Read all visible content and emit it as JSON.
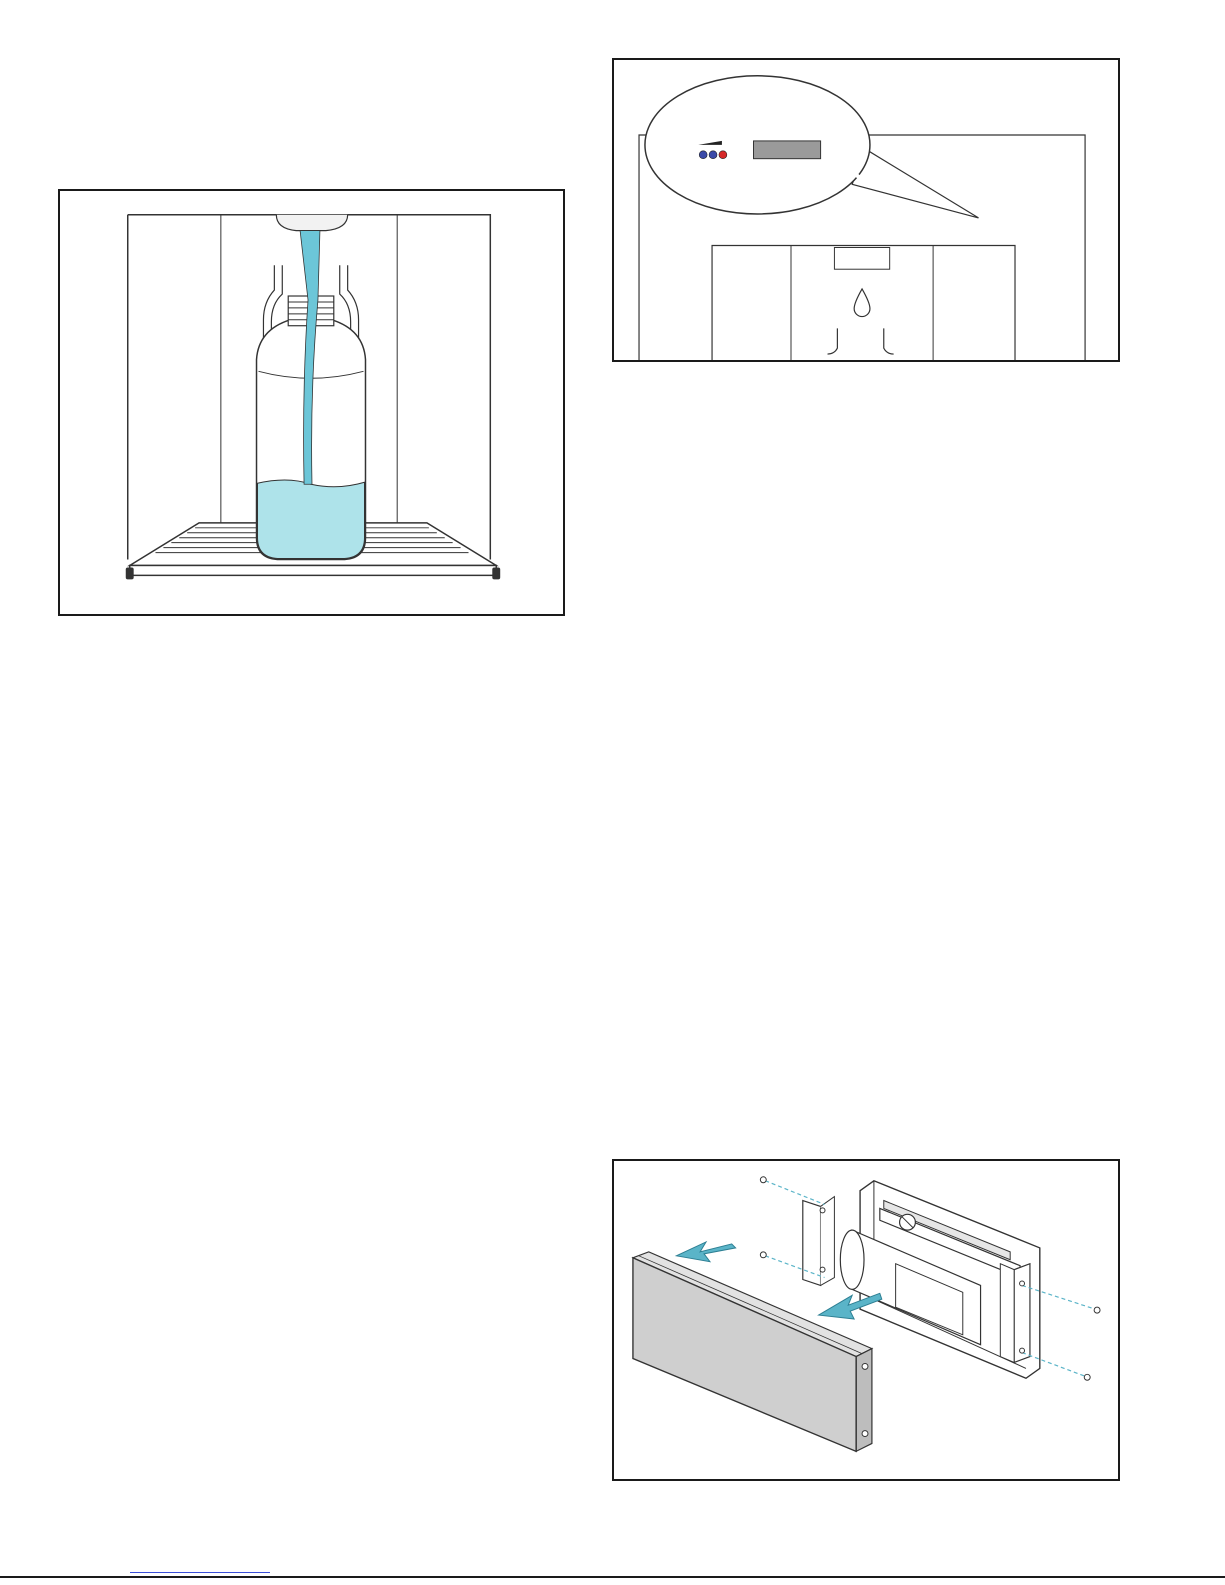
{
  "figures": [
    {
      "id": "bottle",
      "icon": "water-bottle-fill-illustration"
    },
    {
      "id": "panel",
      "icon": "dispenser-control-panel-callout"
    },
    {
      "id": "filter",
      "icon": "water-filter-cover-removal"
    }
  ],
  "colors": {
    "water": "#aee3ea",
    "water_stream": "#6cc6d8",
    "arrow": "#5ab4c8",
    "led_blue": "#3b4aa8",
    "led_red": "#d62828",
    "display": "#9a9a9a",
    "cover": "#cfcfcf"
  }
}
